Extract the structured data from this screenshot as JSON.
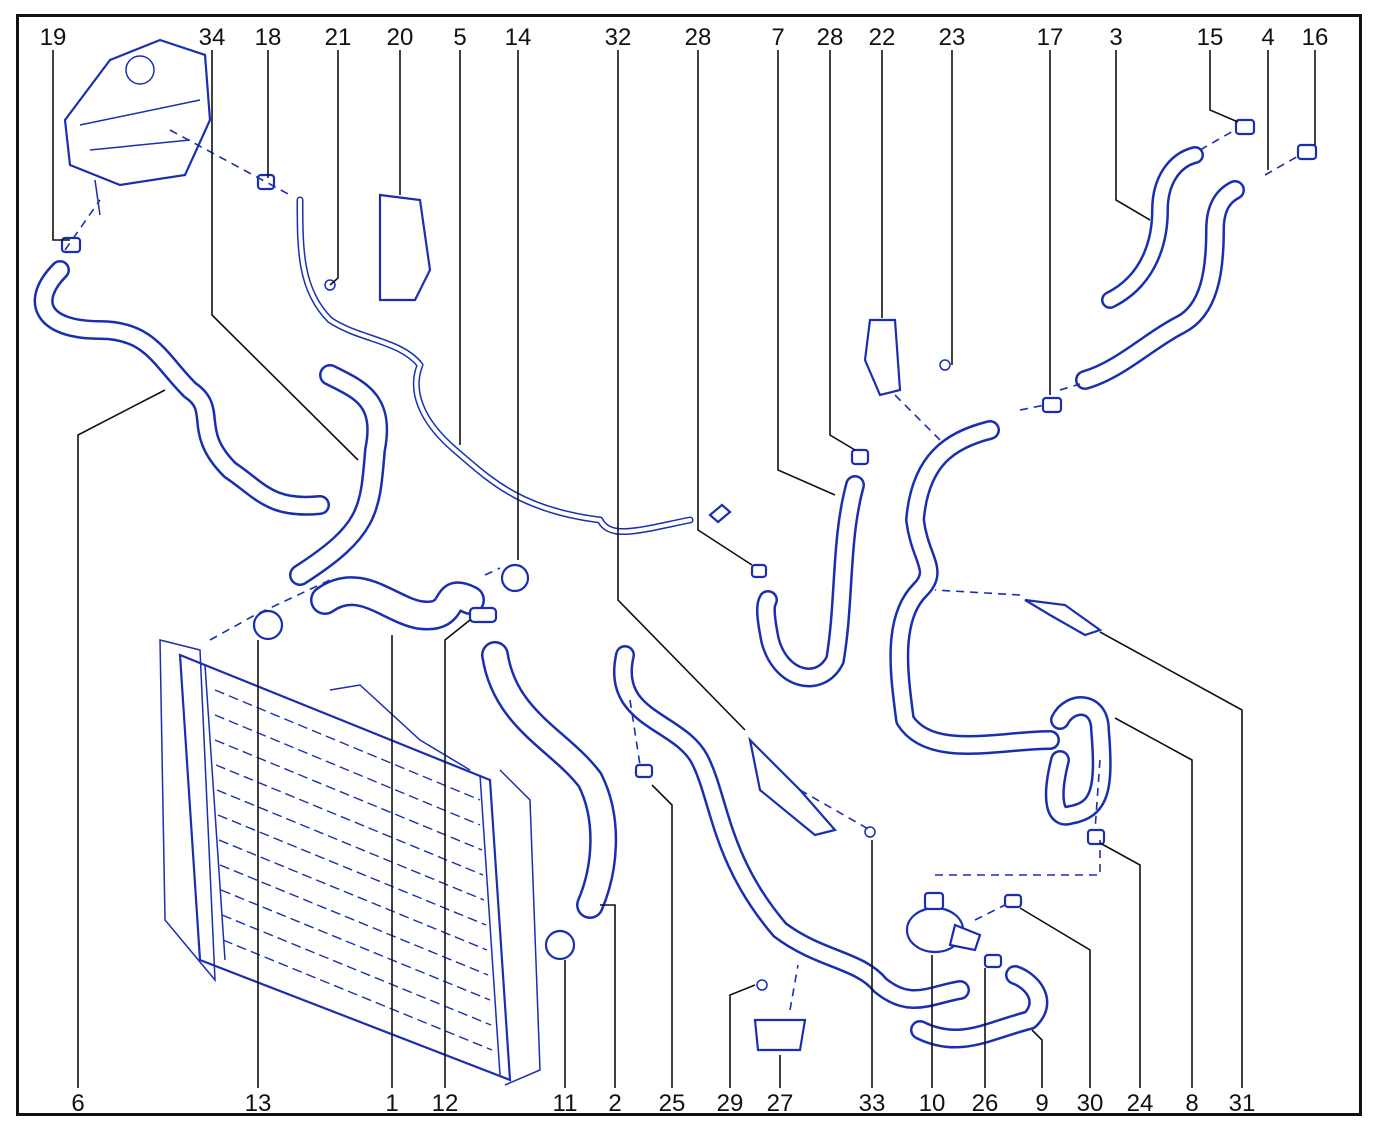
{
  "diagram": {
    "callouts_top": [
      "19",
      "34",
      "18",
      "21",
      "20",
      "5",
      "14",
      "32",
      "28",
      "7",
      "28",
      "22",
      "23",
      "17",
      "3",
      "15",
      "4",
      "16"
    ],
    "callouts_bottom": [
      "6",
      "13",
      "1",
      "12",
      "11",
      "2",
      "25",
      "29",
      "27",
      "33",
      "10",
      "26",
      "9",
      "30",
      "24",
      "8",
      "31"
    ]
  },
  "colors": {
    "line_art": "#1a2fb0",
    "text": "#111111",
    "background": "#ffffff"
  }
}
